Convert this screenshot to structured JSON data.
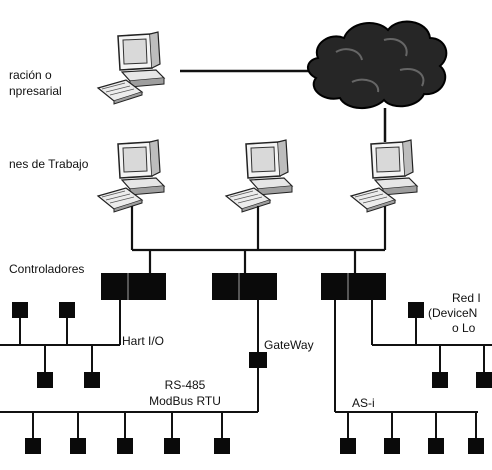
{
  "labels": {
    "top_station_line1": "ración o",
    "top_station_line2": "npresarial",
    "workstations": "nes de Trabajo",
    "controllers": "Controladores",
    "hart": "Hart I/O",
    "gateway": "GateWay",
    "rs485_line1": "RS-485",
    "rs485_line2": "ModBus RTU",
    "red_line1": "Red I",
    "red_line2": "(DeviceN",
    "red_line3": "o Lo",
    "asi": "AS-i"
  },
  "icons": {
    "computer": "desktop-computer-icon",
    "cloud": "cloud-icon",
    "controller": "controller-block-icon",
    "device": "field-device-icon"
  },
  "colors": {
    "line": "#111111",
    "block": "#0a0a0a",
    "monitor": "#f2f2f2",
    "cloud": "#222222"
  }
}
